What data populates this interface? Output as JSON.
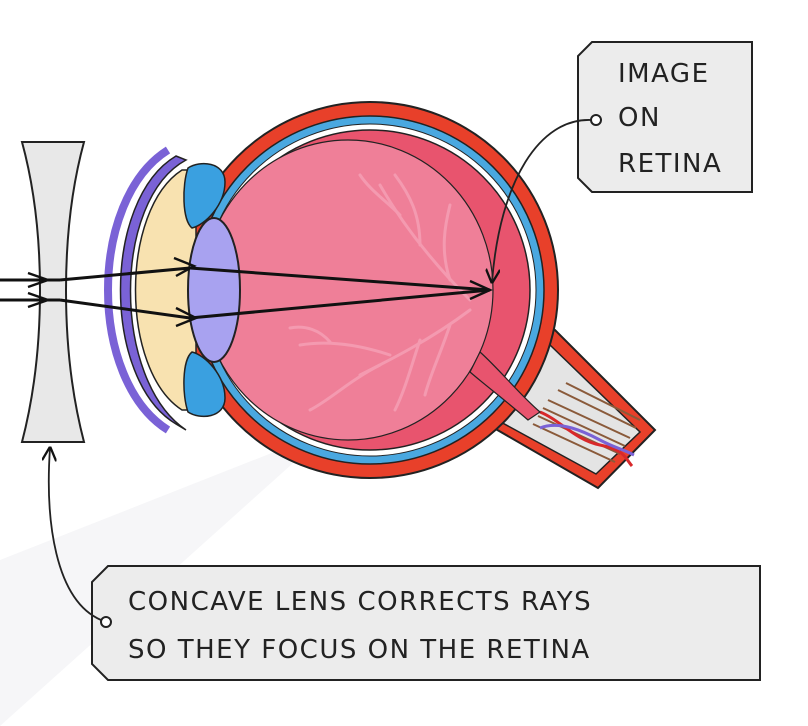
{
  "labels": {
    "image_line1": "IMAGE",
    "image_line2": "ON",
    "image_line3": "RETINA",
    "lens_line1": "CONCAVE  LENS  CORRECTS  RAYS",
    "lens_line2": "SO  THEY  FOCUS  ON  THE  RETINA"
  },
  "colors": {
    "sclera_outer": "#e8402a",
    "choroid": "#4aa8e0",
    "vitreous": "#ef7f98",
    "retina_inner": "#e8546e",
    "lens": "#a8a2f0",
    "cornea": "#7a62d6",
    "aqueous": "#f8e2b0",
    "iris": "#3aa0e0",
    "concave_lens": "#e8e8e8",
    "label_box": "#ececec",
    "rays": "#111111"
  }
}
